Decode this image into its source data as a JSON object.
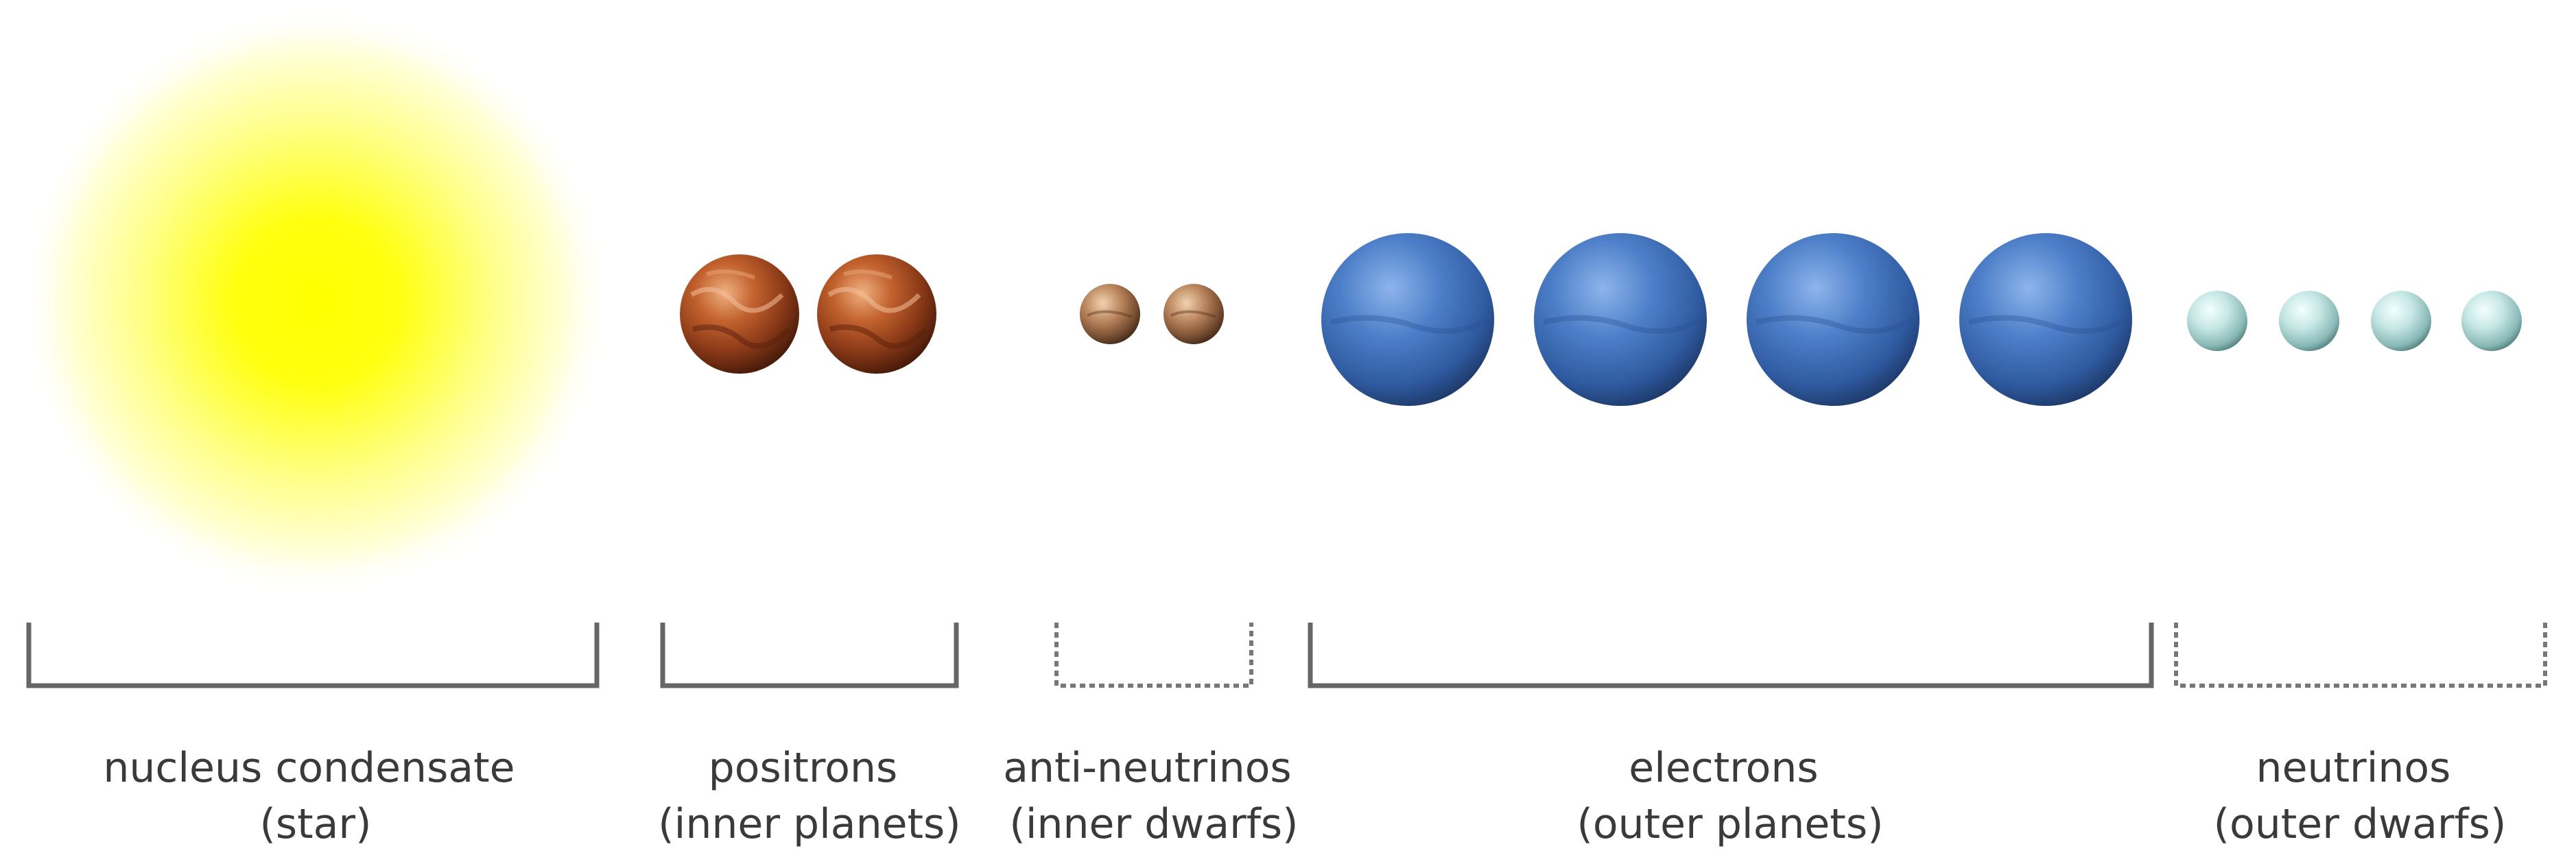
{
  "groups": [
    {
      "id": "nucleus",
      "line1": "nucleus condensate",
      "line2": "(star)",
      "bracket": "solid",
      "body": "star",
      "count": 1,
      "color": "#ffff00"
    },
    {
      "id": "positrons",
      "line1": "positrons",
      "line2": "(inner planets)",
      "bracket": "solid",
      "body": "rocky-planet",
      "count": 2,
      "color": "#b5532a"
    },
    {
      "id": "anti-neutrinos",
      "line1": "anti-neutrinos",
      "line2": "(inner dwarfs)",
      "bracket": "dotted",
      "body": "rocky-dwarf",
      "count": 2,
      "color": "#b07a55"
    },
    {
      "id": "electrons",
      "line1": "electrons",
      "line2": "(outer planets)",
      "bracket": "solid",
      "body": "gas-planet",
      "count": 4,
      "color": "#3f6fb8"
    },
    {
      "id": "neutrinos",
      "line1": "neutrinos",
      "line2": "(outer dwarfs)",
      "bracket": "dotted",
      "body": "icy-dwarf",
      "count": 4,
      "color": "#bfe3e3"
    }
  ]
}
